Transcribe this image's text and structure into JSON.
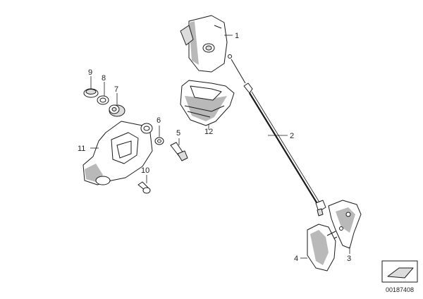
{
  "callouts": {
    "c1": "1",
    "c2": "2",
    "c3": "3",
    "c4": "4",
    "c5": "5",
    "c6": "6",
    "c7": "7",
    "c8": "8",
    "c9": "9",
    "c10": "10",
    "c11": "11",
    "c12": "12"
  },
  "diagram_id": "00187408",
  "colors": {
    "line": "#1a1a1a",
    "shade": "#b9b9b9",
    "background": "#ffffff"
  }
}
